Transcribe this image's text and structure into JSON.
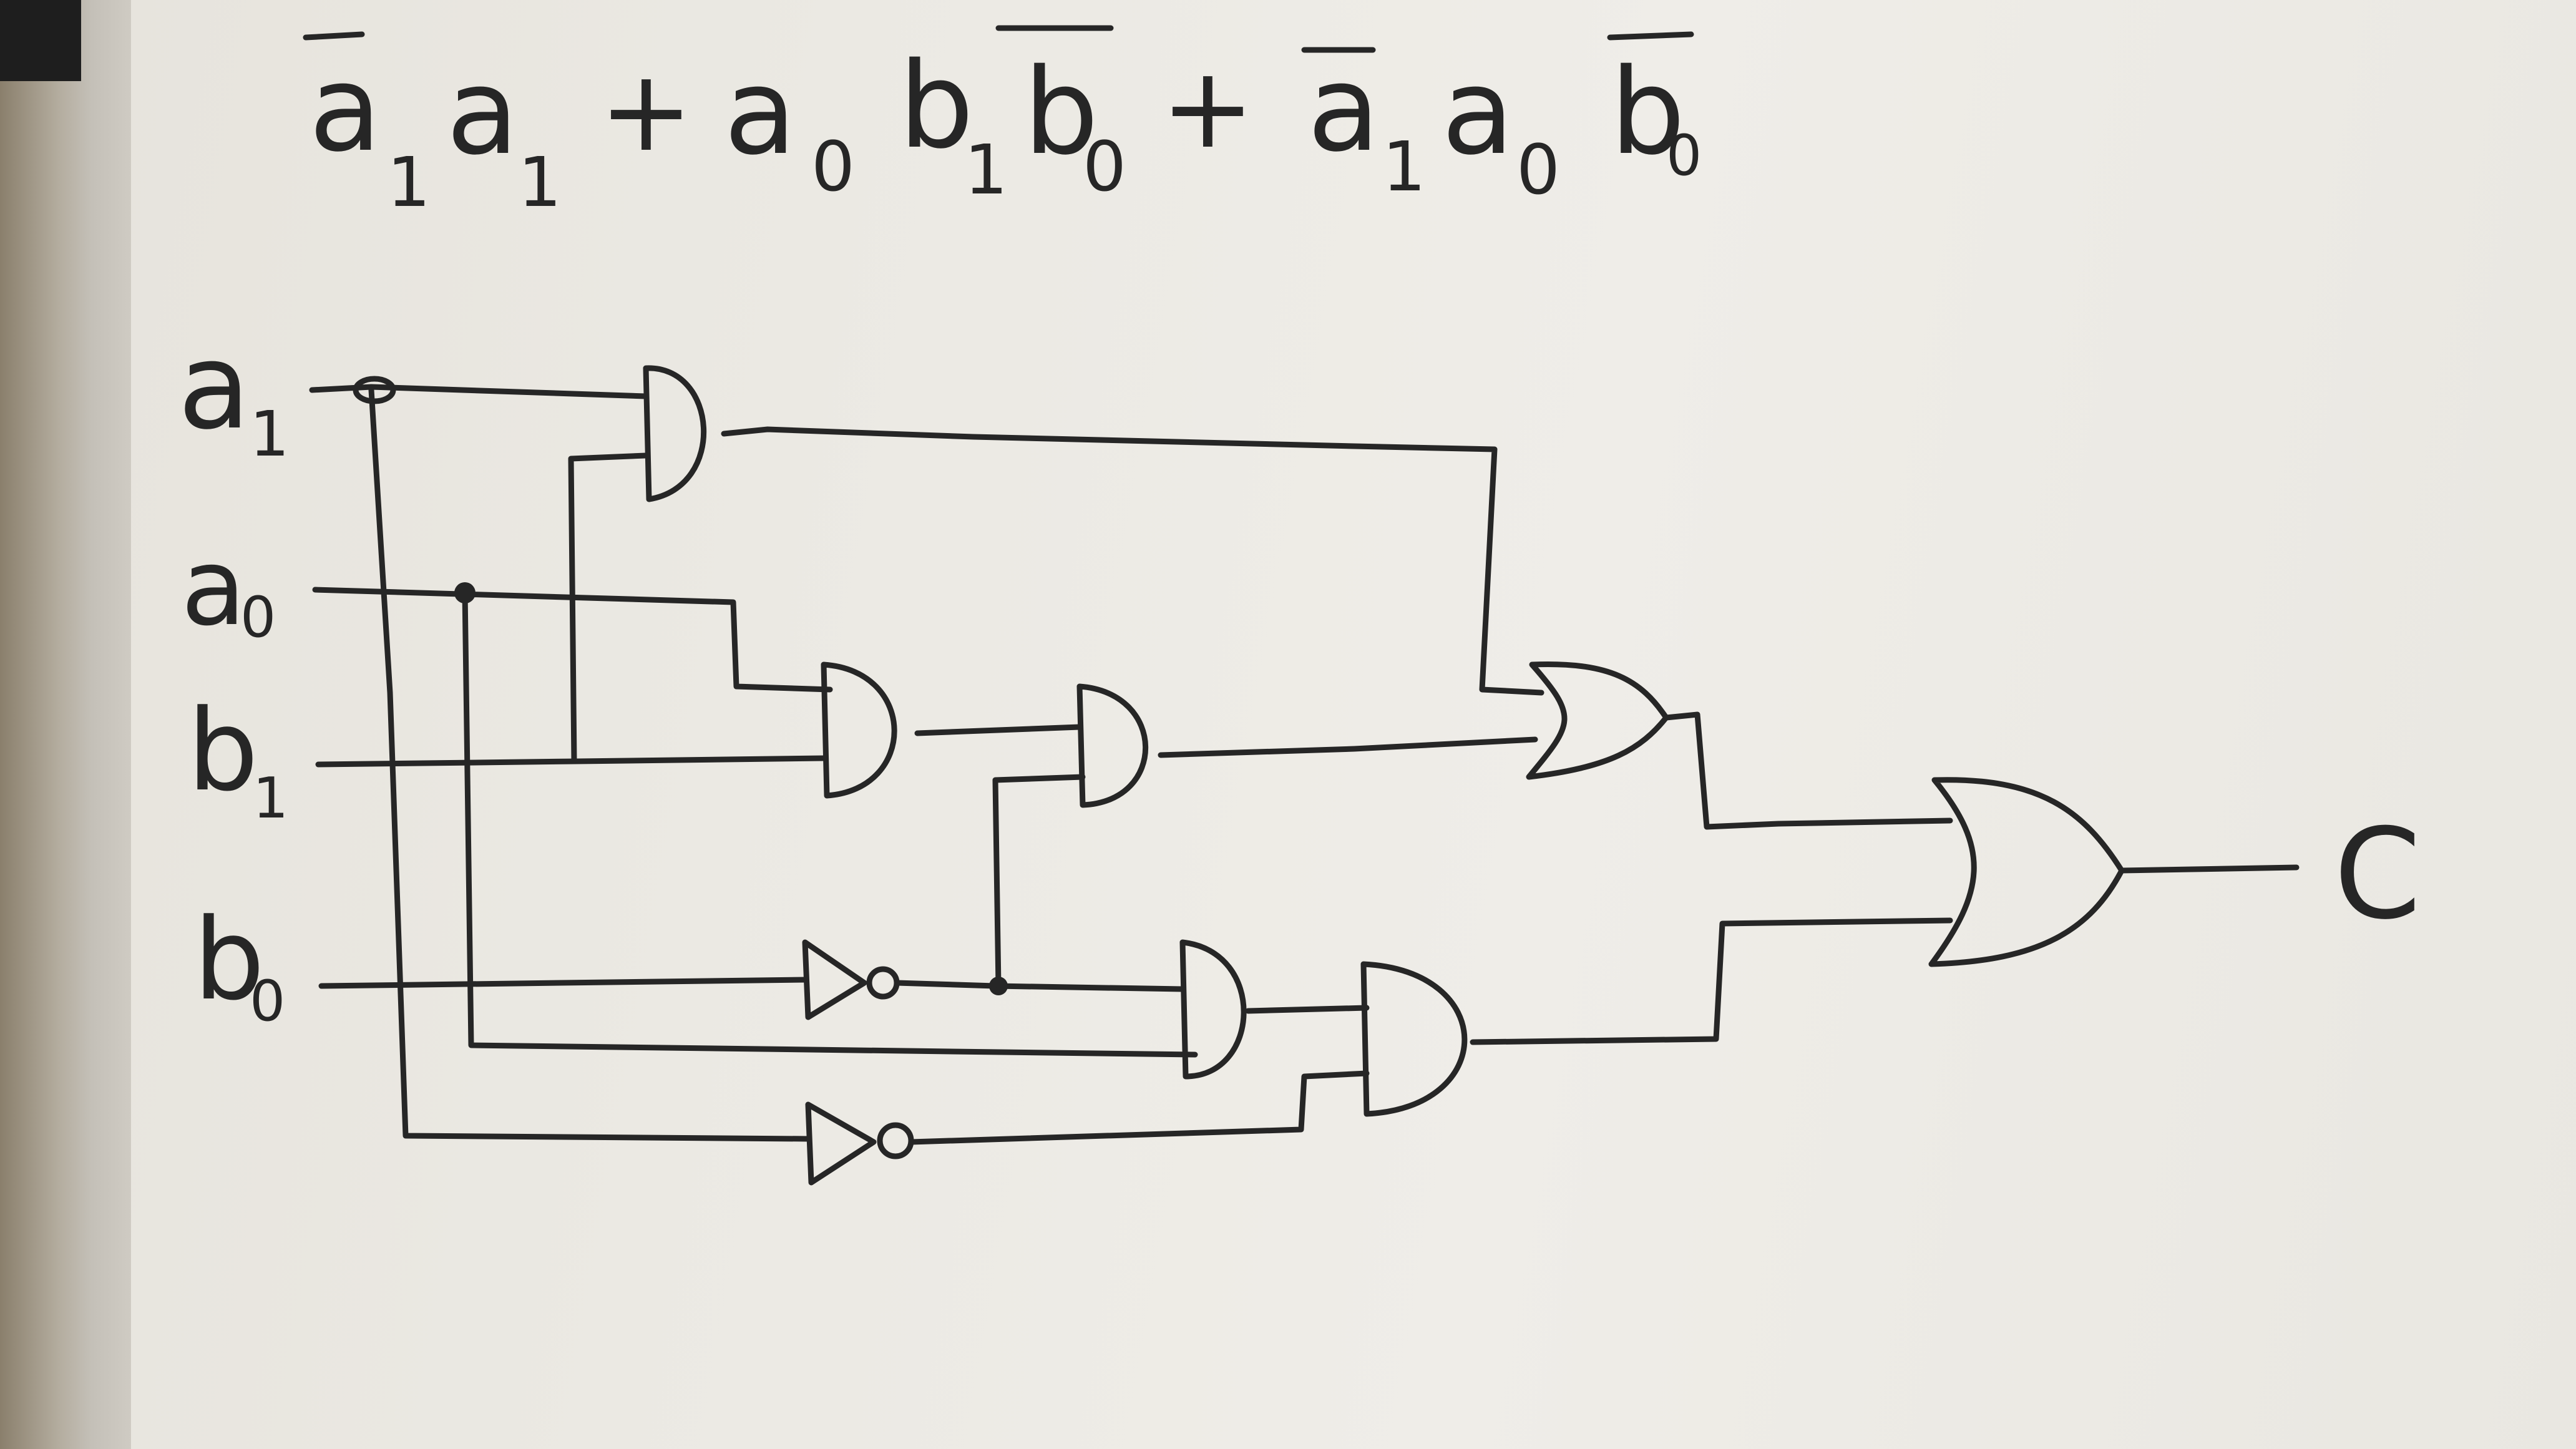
{
  "expression": {
    "term1": {
      "factor1": {
        "base": "a",
        "sub": "1",
        "bar": true
      },
      "factor2": {
        "base": "a",
        "sub": "1",
        "bar": false
      }
    },
    "plus1": "+",
    "term2": {
      "factor1": {
        "base": "a",
        "sub": "0",
        "bar": false
      },
      "factor2": {
        "base": "b",
        "sub": "1",
        "bar": false
      },
      "factor3": {
        "base": "b",
        "sub": "0",
        "bar": true
      }
    },
    "plus2": "+",
    "term3": {
      "factor1": {
        "base": "a",
        "sub": "1",
        "bar": true
      },
      "factor2": {
        "base": "a",
        "sub": "0",
        "bar": false
      },
      "factor3": {
        "base": "b",
        "sub": "0",
        "bar": true
      }
    }
  },
  "inputs": [
    {
      "base": "a",
      "sub": "1"
    },
    {
      "base": "a",
      "sub": "0"
    },
    {
      "base": "b",
      "sub": "1"
    },
    {
      "base": "b",
      "sub": "0"
    }
  ],
  "output": {
    "label": "C"
  },
  "ink_color": "#262626",
  "board_color": "#ecebe6"
}
